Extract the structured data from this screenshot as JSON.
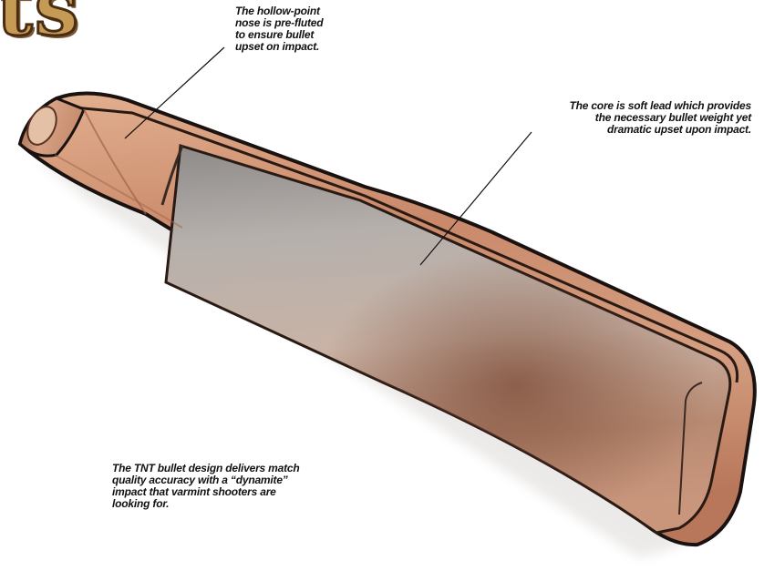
{
  "title_fragment": "ts",
  "captions": {
    "nose": "The hollow-point\nnose is pre-fluted\nto ensure bullet\nupset on impact.",
    "core": "The core is soft lead which provides\nthe necessary bullet weight yet\ndramatic upset upon impact.",
    "design": "The TNT bullet design delivers match\nquality accuracy with a “dynamite”\nimpact that varmint shooters are\nlooking for."
  },
  "colors": {
    "copper_jacket": "#c98a68",
    "copper_dark": "#8a4e36",
    "lead_core": "#b3aca6",
    "outline": "#1a1210",
    "title_fill": "#c59a55"
  }
}
